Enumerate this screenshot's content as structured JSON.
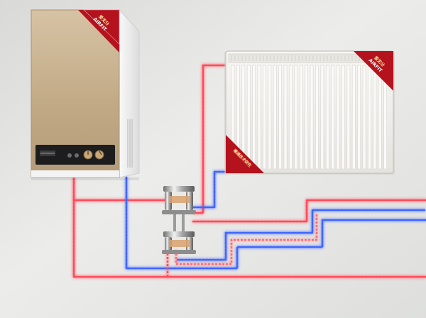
{
  "boiler": {
    "brand_text_cn": "爱无分",
    "brand_text_en": "AIRFIT"
  },
  "radiator": {
    "brand_text_cn": "爱无分",
    "brand_text_en": "AIRFIT",
    "bottom_banner_cn": "暖通技术研究"
  },
  "colors": {
    "wall": "#e6e7e6",
    "hot_pipe": "#ff4b5a",
    "cold_pipe": "#3f66ff",
    "boiler_front": "#c7b08c",
    "boiler_side": "#f2f2f2",
    "control_panel": "#1d1d1d",
    "radiator": "#f1f0ee",
    "tag_red": "#b4121d"
  }
}
